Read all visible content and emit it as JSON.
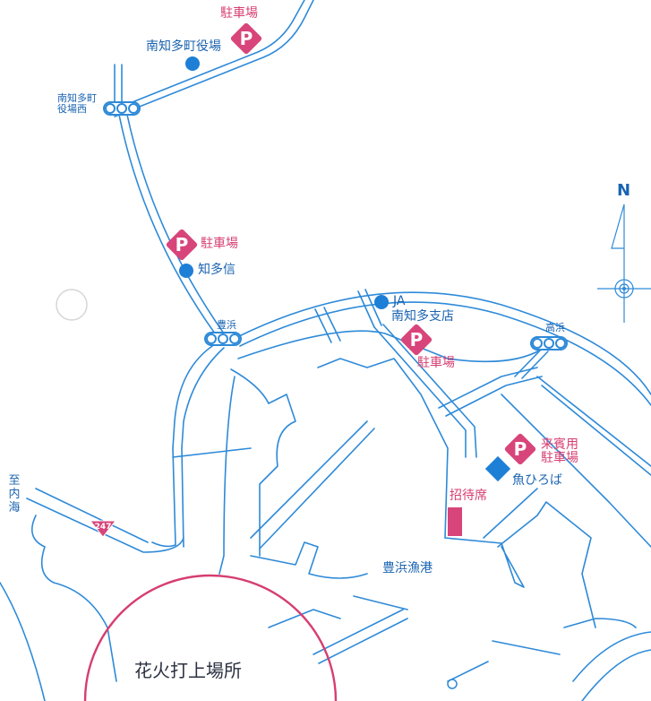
{
  "colors": {
    "road": "#2e8ad8",
    "place": "#1a63b0",
    "parking": "#d8457a",
    "launch_site": "#d63e70"
  },
  "compass": {
    "north_label": "N"
  },
  "places": {
    "town_hall_parking": "駐車場",
    "town_hall": "南知多町役場",
    "town_hall_west": "南知多町\n役場西",
    "chitashin_parking": "駐車場",
    "chitashin": "知多信",
    "toyohama_signal": "豊浜",
    "ja": "JA",
    "ja_branch": "南知多支店",
    "ja_parking": "駐車場",
    "takahama_signal": "高浜",
    "vip_parking": "来賓用\n駐車場",
    "uohiroba": "魚ひろば",
    "invited_seats": "招待席",
    "toyohama_port": "豊浜漁港",
    "to_inland_sea": "至内海",
    "route_247": "247",
    "fireworks_site": "花火打上場所"
  },
  "icons": [
    "parking-icon",
    "place-dot-icon",
    "traffic-signal-icon",
    "route-shield-icon",
    "compass-icon",
    "diamond-marker-icon"
  ]
}
